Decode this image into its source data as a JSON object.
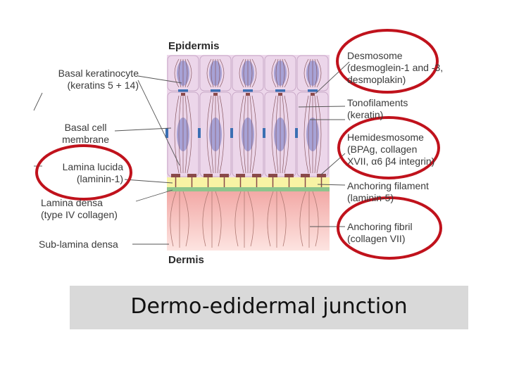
{
  "diagram": {
    "top_label": "Epidermis",
    "bottom_label": "Dermis",
    "left_labels": [
      {
        "line1": "Basal keratinocyte",
        "line2": "(keratins 5 + 14)"
      },
      {
        "line1": "Basal cell",
        "line2": "membrane"
      },
      {
        "line1": "Lamina lucida",
        "line2": "(laminin-1)"
      },
      {
        "line1": "Lamina densa",
        "line2": "(type IV collagen)"
      },
      {
        "line1": "Sub-lamina densa",
        "line2": ""
      }
    ],
    "right_labels": [
      {
        "line1": "Desmosome",
        "line2": "(desmoglein-1 and -3,",
        "line3": "desmoplakin)"
      },
      {
        "line1": "Tonofilaments",
        "line2": "(keratin)",
        "line3": ""
      },
      {
        "line1": "Hemidesmosome",
        "line2": "(BPAg, collagen",
        "line3": "XVII, α6 β4 integrin)"
      },
      {
        "line1": "Anchoring filament",
        "line2": "(laminin-5)",
        "line3": ""
      },
      {
        "line1": "Anchoring fibril",
        "line2": "(collagen VII)",
        "line3": ""
      }
    ],
    "highlight_color": "#c0121c",
    "epidermis_color": "#ecd6ea",
    "nucleus_color": "#a7a2d6",
    "dermis_color": "#f6b9b6",
    "lamina_lucida_color": "#f8f3a4",
    "lamina_densa_color": "#8ec48c"
  },
  "caption": "Dermo-edidermal junction"
}
